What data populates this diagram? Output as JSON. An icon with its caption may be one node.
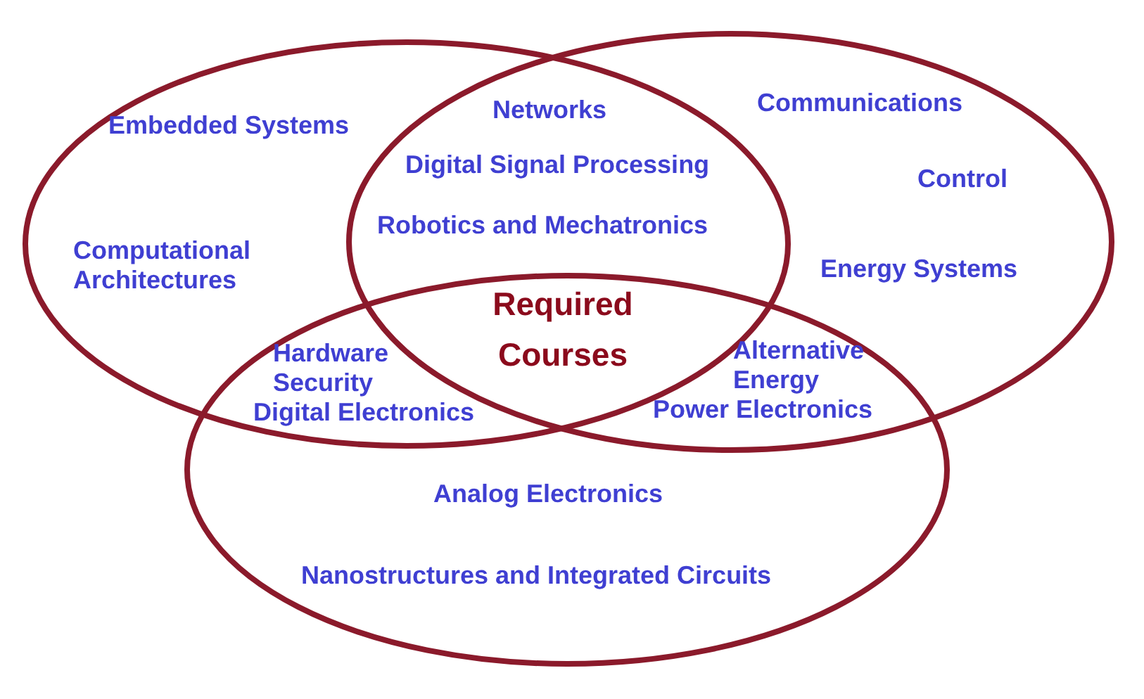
{
  "diagram": {
    "nodes": [
      {
        "text": [],
        "shape": "ellipse"
      },
      {
        "text": [],
        "shape": "ellipse"
      },
      {
        "text": [],
        "shape": "ellipse"
      }
    ],
    "edges": [],
    "labels": [
      "Embedded Systems",
      "Networks",
      "Communications",
      "Digital Signal Processing",
      "Control",
      "Robotics and Mechatronics",
      "Computational Architectures",
      "Energy Systems",
      "Required Courses",
      "Hardware Security",
      "Alternative Energy",
      "Digital Electronics",
      "Power Electronics",
      "Analog Electronics",
      "Nanostructures and Integrated Circuits"
    ]
  }
}
